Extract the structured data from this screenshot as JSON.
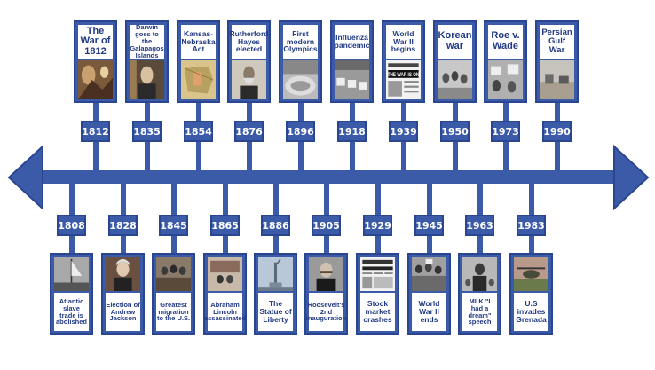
{
  "colors": {
    "primary": "#3b5aa8",
    "border": "#2a4690",
    "title_text": "#223a84",
    "background": "#ffffff"
  },
  "top_events": [
    {
      "year": "1812",
      "title": "The War of 1812",
      "image": "battle-painting"
    },
    {
      "year": "1835",
      "title": "Darwin goes to the Galapagos Islands",
      "image": "darwin-portrait"
    },
    {
      "year": "1854",
      "title": "Kansas-Nebraska Act",
      "image": "us-map"
    },
    {
      "year": "1876",
      "title": "Rutherford Hayes elected",
      "image": "hayes-portrait"
    },
    {
      "year": "1896",
      "title": "First modern Olympics",
      "image": "stadium-photo"
    },
    {
      "year": "1918",
      "title": "Influenza pandemic",
      "image": "hospital-ward-photo"
    },
    {
      "year": "1939",
      "title": "World War II begins",
      "image": "newspaper-the-war-is-on"
    },
    {
      "year": "1950",
      "title": "Korean war",
      "image": "refugees-photo"
    },
    {
      "year": "1973",
      "title": "Roe v. Wade",
      "image": "protest-photo"
    },
    {
      "year": "1990",
      "title": "Persian Gulf War",
      "image": "desert-war-photo"
    }
  ],
  "bottom_events": [
    {
      "year": "1808",
      "title": "Atlantic slave trade is abolished",
      "image": "ship-deck-painting"
    },
    {
      "year": "1828",
      "title": "Election of Andrew Jackson",
      "image": "jackson-portrait"
    },
    {
      "year": "1845",
      "title": "Greatest migration to the U.S.",
      "image": "immigrants-photo"
    },
    {
      "year": "1865",
      "title": "Abraham Lincoln assassinated",
      "image": "assassination-illustration"
    },
    {
      "year": "1886",
      "title": "The Statue of Liberty",
      "image": "statue-of-liberty-photo"
    },
    {
      "year": "1905",
      "title": "Roosevelt's 2nd inauguration",
      "image": "roosevelt-portrait"
    },
    {
      "year": "1929",
      "title": "Stock market crashes",
      "image": "newspaper-crash"
    },
    {
      "year": "1945",
      "title": "World War II ends",
      "image": "crowd-celebration-photo"
    },
    {
      "year": "1963",
      "title": "MLK \"I had a dream\" speech",
      "image": "mlk-crowd-photo"
    },
    {
      "year": "1983",
      "title": "U.S invades Grenada",
      "image": "helicopter-photo"
    }
  ]
}
